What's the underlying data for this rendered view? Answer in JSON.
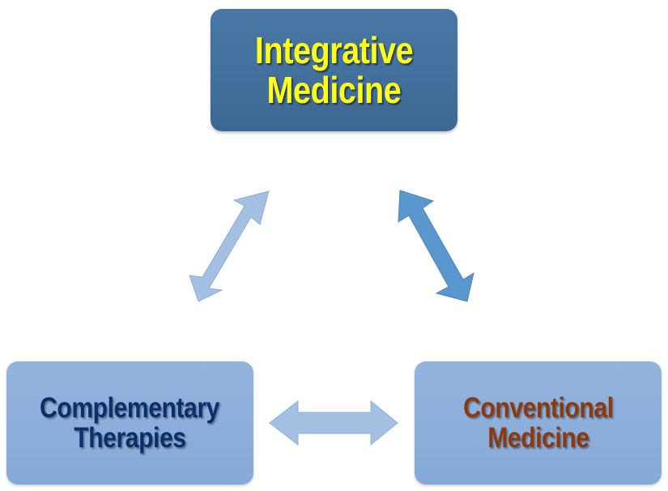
{
  "nodes": {
    "top": {
      "line1": "Integrative",
      "line2": "Medicine"
    },
    "left": {
      "line1": "Complementary",
      "line2": "Therapies"
    },
    "right": {
      "line1": "Conventional",
      "line2": "Medicine"
    }
  },
  "colors": {
    "top_box": "#4470a0",
    "bottom_box": "#8daed9",
    "top_text": "#ffff19",
    "left_text": "#0b2f6b",
    "right_text": "#8b3a0f",
    "arrow_light": "#a3bfe2",
    "arrow_dark": "#5b97cf"
  },
  "arrows": [
    {
      "id": "left-top",
      "icon": "double-arrow-icon",
      "connects": [
        "Complementary Therapies",
        "Integrative Medicine"
      ]
    },
    {
      "id": "right-top",
      "icon": "double-arrow-icon",
      "connects": [
        "Conventional Medicine",
        "Integrative Medicine"
      ]
    },
    {
      "id": "bottom",
      "icon": "double-arrow-icon",
      "connects": [
        "Complementary Therapies",
        "Conventional Medicine"
      ]
    }
  ]
}
